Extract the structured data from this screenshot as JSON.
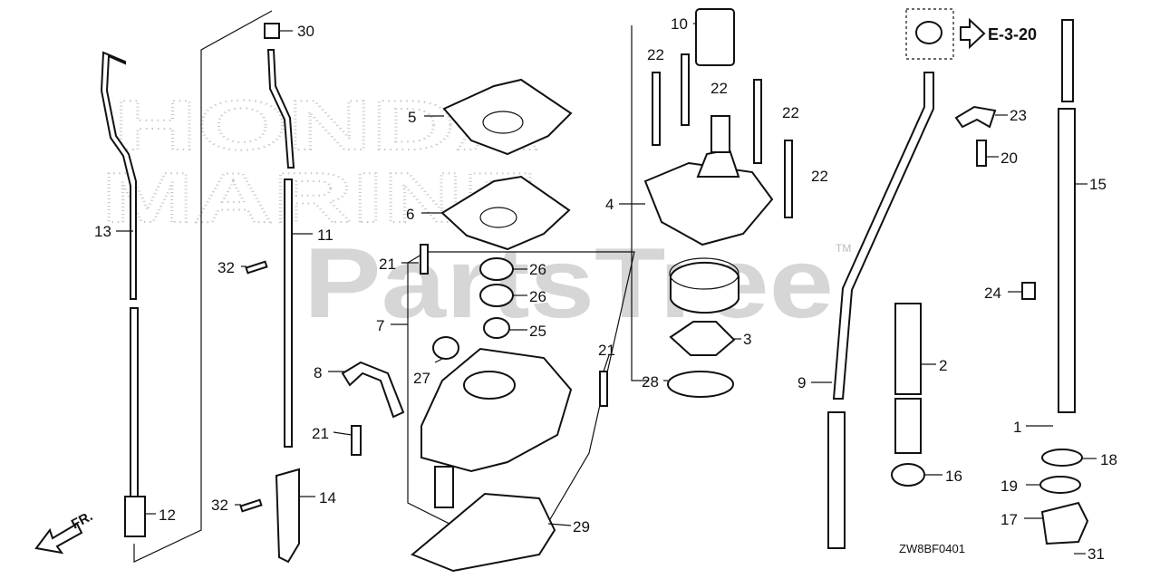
{
  "watermark": {
    "brand_top": "HONDA",
    "brand_bottom": "MARINE",
    "site": "PartsTree",
    "tm": "TM"
  },
  "reference": {
    "arrow_label": "E-3-20",
    "front_label": "FR."
  },
  "diagram_code": "ZW8BF0401",
  "callouts": [
    "30",
    "5",
    "6",
    "13",
    "11",
    "32",
    "21",
    "26",
    "26",
    "7",
    "25",
    "8",
    "27",
    "21",
    "32",
    "14",
    "12",
    "29",
    "10",
    "22",
    "22",
    "22",
    "22",
    "4",
    "3",
    "28",
    "21",
    "9",
    "2",
    "16",
    "23",
    "20",
    "15",
    "24",
    "1",
    "18",
    "19",
    "17",
    "31"
  ],
  "colors": {
    "line": "#111111",
    "watermark": "#d6d6d6",
    "background": "#ffffff"
  }
}
